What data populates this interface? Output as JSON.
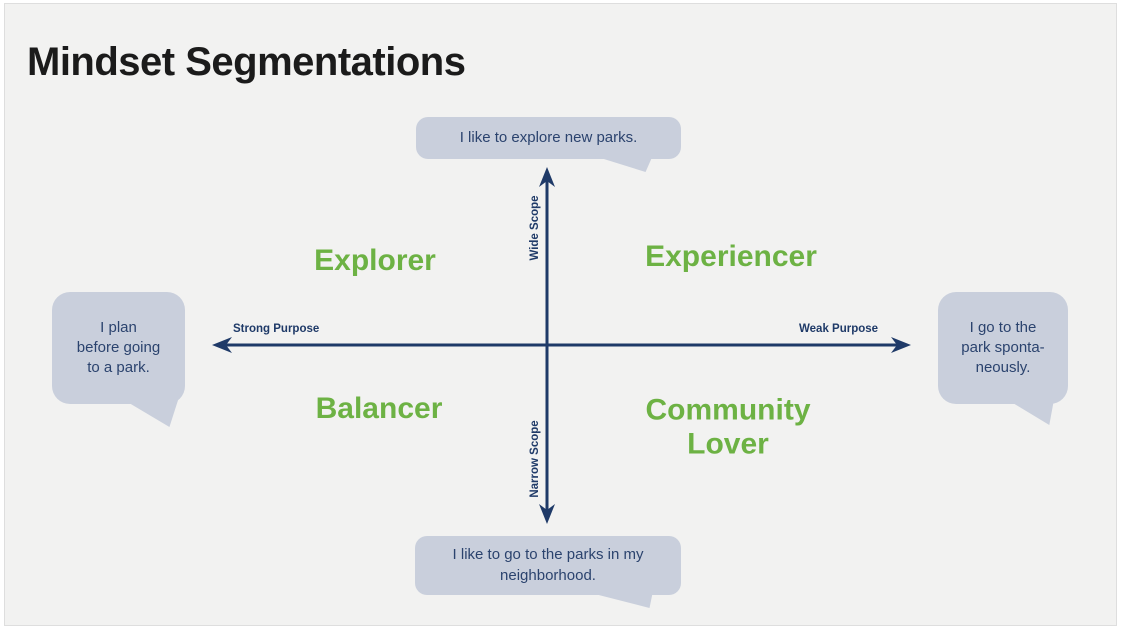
{
  "title": "Mindset Segmentations",
  "axes": {
    "vertical_top_label": "Wide Scope",
    "vertical_bottom_label": "Narrow Scope",
    "horizontal_left_label": "Strong Purpose",
    "horizontal_right_label": "Weak Purpose"
  },
  "quadrants": {
    "top_left": "Explorer",
    "top_right": "Experiencer",
    "bottom_left": "Balancer",
    "bottom_right": "Community\nLover"
  },
  "bubbles": {
    "top": "I like to explore new parks.",
    "left": "I plan\nbefore going\nto a park.",
    "right": "I go to the\npark sponta-\nneously.",
    "bottom": "I like to go to the parks in my\nneighborhood."
  },
  "colors": {
    "green": "#6db244",
    "navy": "#1f3a68",
    "bubble": "#c9cfdc",
    "bubble_text": "#2b436e",
    "slide_bg": "#f2f2f1"
  }
}
